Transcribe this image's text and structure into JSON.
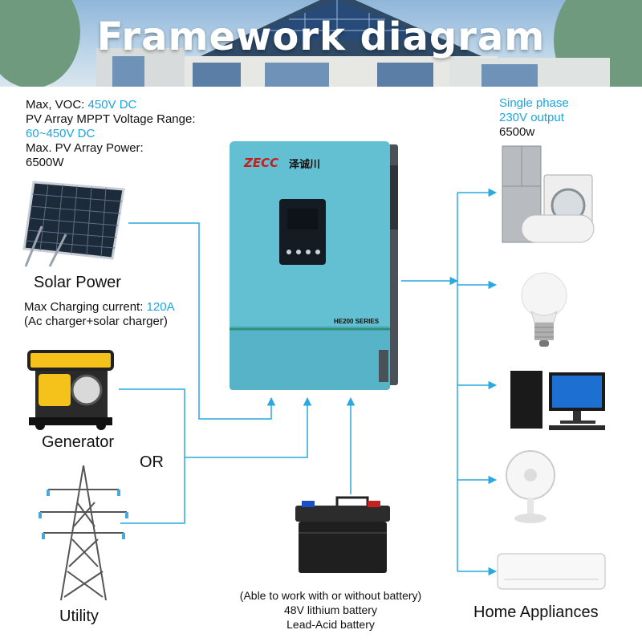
{
  "header": {
    "title": "Framework diagram"
  },
  "pv_specs": {
    "voc_label": "Max, VOC: ",
    "voc_value": "450V DC",
    "mppt_label": "PV Array MPPT Voltage Range:",
    "mppt_value": "60~450V DC",
    "max_power_label": "Max. PV Array Power:",
    "max_power_value": "6500W"
  },
  "solar": {
    "label": "Solar Power",
    "charging_label": "Max Charging current: ",
    "charging_value": "120A",
    "charging_note": "(Ac charger+solar charger)"
  },
  "generator": {
    "label": "Generator"
  },
  "or_label": "OR",
  "utility": {
    "label": "Utility"
  },
  "inverter": {
    "brand": "ZECC",
    "brand_cn": "泽诚川",
    "series": "HE200 SERIES"
  },
  "output": {
    "phase": "Single phase",
    "voltage": "230V output",
    "power": "6500w"
  },
  "battery": {
    "note": "(Able to work with or without battery)",
    "type1": "48V lithium battery",
    "type2": "Lead-Acid battery"
  },
  "appliances": {
    "label": "Home Appliances"
  },
  "colors": {
    "accent": "#1aa6e0",
    "line": "#29a9e1",
    "inverter_body": "#63bfd2"
  }
}
